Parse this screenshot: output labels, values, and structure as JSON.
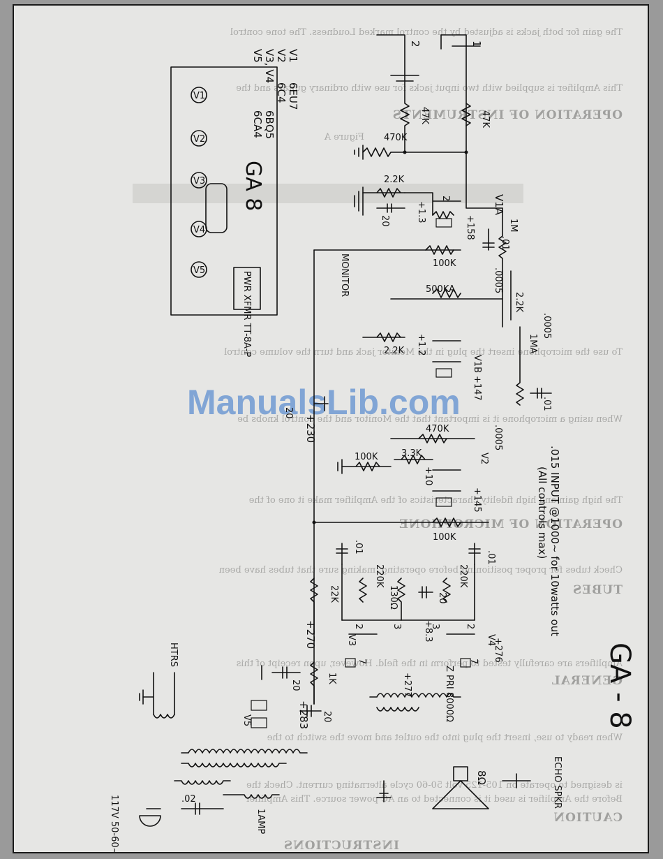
{
  "document": {
    "title": "GA - 8",
    "chassis_label": "GA 8",
    "watermark": "ManualsLib.com"
  },
  "tube_chart": {
    "rows": [
      {
        "pos": "V1",
        "type": "6EU7"
      },
      {
        "pos": "V2",
        "type": "6C4"
      },
      {
        "pos": "V3, V4",
        "type": "6BQ5"
      },
      {
        "pos": "V5",
        "type": "6CA4"
      }
    ],
    "chassis_tubes": [
      "V1",
      "V2",
      "V3",
      "V4",
      "V5"
    ],
    "power_transformer_tag": "PWR XFMR TT-8A-P"
  },
  "inputs": {
    "jack1": "1",
    "jack2": "2"
  },
  "components": {
    "r_47k_a": "47K",
    "r_47k_b": "47K",
    "r_470k": "470K",
    "r_2_2k_a": "2.2K",
    "c_20_a": "20",
    "c_plus13": "+1.3",
    "v1a": "V1A",
    "r_1m": "1M",
    "r_100k_a": "100K",
    "c_01_a": ".01",
    "c_0005_a": ".0005",
    "r_2_2k_b": "2.2K",
    "r_500ka": "500KA",
    "monitor": "MONITOR",
    "r_1ma": "1MA",
    "c_0005_b": ".0005",
    "c_01_b": ".01",
    "c_plus1_2": "+1.2",
    "v1b": "V1B",
    "v2": "V2",
    "c_plus147": "+147",
    "c_plus158": "+158",
    "c_20_b": "20",
    "r_470k_b": "470K",
    "c_0005_c": ".0005",
    "r_100k_b": "100K",
    "r_3_3k": "3.3K",
    "c_plus10": "+10",
    "c_plus145": "+145",
    "r_100k_c": "100K",
    "c_01_c": ".01",
    "c_01_d": ".01",
    "r_220k_a": "220K",
    "r_220k_b": "220K",
    "r_130": "130Ω",
    "c_20_c": "20",
    "c_plus8_3": "+8.3",
    "v3": "V3",
    "v4": "V4",
    "pin_2": "2",
    "pin_3": "3",
    "pin_7": "7",
    "r_22k": "22K",
    "v_plus270": "+270",
    "v_plus230": "+230",
    "c_20_d": "20",
    "r_1k": "1K",
    "v_plus277": "+277",
    "v_plus276": "+276",
    "v_plus283": "+283",
    "opt": "Z PRI 8000Ω",
    "c_20_e": "20",
    "v5": "V5",
    "c_02": ".02",
    "htrs": "HTRS",
    "mains": "117V 50-60~",
    "choke": "1AMP",
    "speaker": "8Ω",
    "echo": "ECHO SPKR",
    "input_note_1": ".015 INPUT @1000~ for 10watts out",
    "input_note_2": "(All controls max)"
  },
  "background_text": {
    "heading_instructions": "INSTRUCTIONS",
    "heading_caution": "CAUTION",
    "heading_general": "GENERAL",
    "heading_tubes": "TUBES",
    "heading_microphone": "OPERATION OF MICROPHONE",
    "heading_instruments": "OPERATION OF INSTRUMENTS",
    "figure_caption": "Figure A",
    "lines": [
      "Before the Amplifier is used it is connected to an AC power source. This Amplifier",
      "is designed to operate on 105-125 volt 50-60 cycle alternating current. Check the",
      "When ready to use, insert the plug into the outlet and move the switch to the",
      "Amplifiers are carefully tested to perform in the field. However, upon receipt of this",
      "Check tubes for proper positioning before operating, making sure that tubes have been",
      "The high gain and high fidelity characteristics of the Amplifier make it one of the",
      "When using a microphone it is important that the Monitor and the control knobs be",
      "To use the microphone insert the plug in the Monitor jack and turn the volume control",
      "This Amplifier is supplied with two input jacks for use with ordinary guitars and the",
      "The gain for both jacks is adjusted by the control marked Loudness. The tone control"
    ]
  }
}
